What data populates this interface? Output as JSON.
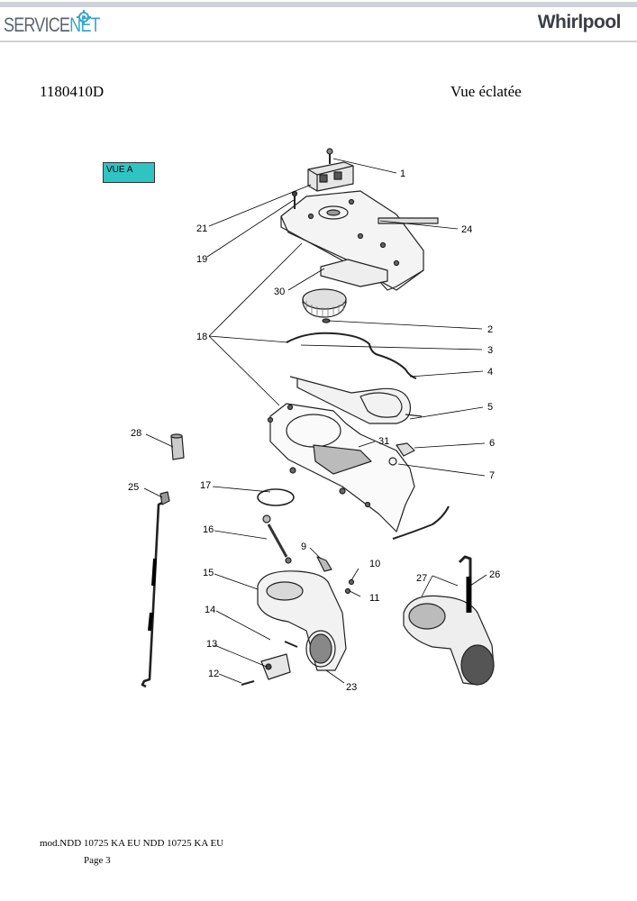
{
  "header": {
    "brand_left_part1": "SERVICE",
    "brand_left_part2": "NET",
    "brand_right": "Whirlpool"
  },
  "document": {
    "id": "1180410D",
    "title": "Vue éclatée",
    "view_label": "VUE A"
  },
  "diagram": {
    "callouts": [
      "1",
      "21",
      "24",
      "19",
      "30",
      "2",
      "18",
      "3",
      "4",
      "5",
      "28",
      "31",
      "6",
      "7",
      "25",
      "17",
      "16",
      "9",
      "10",
      "15",
      "27",
      "26",
      "11",
      "14",
      "13",
      "12",
      "23"
    ]
  },
  "footer": {
    "model": "mod.NDD 10725 KA EU NDD 10725 KA EU",
    "page": "Page 3"
  }
}
